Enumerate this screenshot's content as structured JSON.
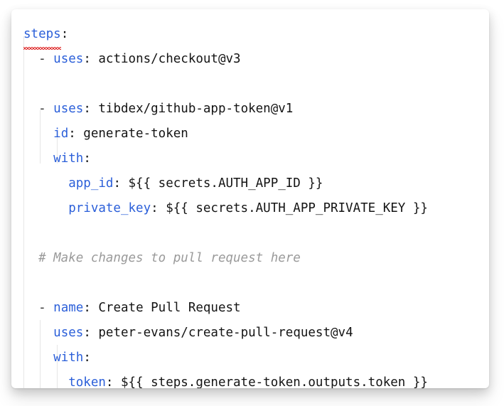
{
  "card": {
    "background": "#ffffff",
    "accent_keyword_color": "#2b5fd9",
    "text_color": "#1c1c1c",
    "comment_color": "#9a9a9a",
    "spellcheck_underline_color": "#e03030",
    "guide_color": "#e6e6e6"
  },
  "code": {
    "language": "yaml",
    "lines": [
      {
        "id": "line-steps",
        "indent": 0,
        "segments": [
          {
            "kind": "key-misspelled",
            "text": "steps"
          },
          {
            "kind": "plain",
            "text": ":"
          }
        ]
      },
      {
        "id": "line-uses-checkout",
        "indent": 1,
        "segments": [
          {
            "kind": "dash",
            "text": "- "
          },
          {
            "kind": "key",
            "text": "uses"
          },
          {
            "kind": "plain",
            "text": ": actions/checkout@v3"
          }
        ]
      },
      {
        "id": "line-blank-1",
        "indent": 0,
        "segments": []
      },
      {
        "id": "line-uses-tibdex",
        "indent": 1,
        "segments": [
          {
            "kind": "dash",
            "text": "- "
          },
          {
            "kind": "key",
            "text": "uses"
          },
          {
            "kind": "plain",
            "text": ": tibdex/github-app-token@v1"
          }
        ]
      },
      {
        "id": "line-id",
        "indent": 2,
        "segments": [
          {
            "kind": "key",
            "text": "id"
          },
          {
            "kind": "plain",
            "text": ": generate-token"
          }
        ]
      },
      {
        "id": "line-with-1",
        "indent": 2,
        "segments": [
          {
            "kind": "key",
            "text": "with"
          },
          {
            "kind": "plain",
            "text": ":"
          }
        ]
      },
      {
        "id": "line-app-id",
        "indent": 3,
        "segments": [
          {
            "kind": "key",
            "text": "app_id"
          },
          {
            "kind": "plain",
            "text": ": ${{ secrets.AUTH_APP_ID }}"
          }
        ]
      },
      {
        "id": "line-private-key",
        "indent": 3,
        "segments": [
          {
            "kind": "key",
            "text": "private_key"
          },
          {
            "kind": "plain",
            "text": ": ${{ secrets.AUTH_APP_PRIVATE_KEY }}"
          }
        ]
      },
      {
        "id": "line-blank-2",
        "indent": 0,
        "segments": []
      },
      {
        "id": "line-comment",
        "indent": 1,
        "segments": [
          {
            "kind": "comment",
            "text": "# Make changes to pull request here"
          }
        ]
      },
      {
        "id": "line-blank-3",
        "indent": 0,
        "segments": []
      },
      {
        "id": "line-name",
        "indent": 1,
        "segments": [
          {
            "kind": "dash",
            "text": "- "
          },
          {
            "kind": "key",
            "text": "name"
          },
          {
            "kind": "plain",
            "text": ": Create Pull Request"
          }
        ]
      },
      {
        "id": "line-uses-peter-evans",
        "indent": 2,
        "segments": [
          {
            "kind": "key",
            "text": "uses"
          },
          {
            "kind": "plain",
            "text": ": peter-evans/create-pull-request@v4"
          }
        ]
      },
      {
        "id": "line-with-2",
        "indent": 2,
        "segments": [
          {
            "kind": "key",
            "text": "with"
          },
          {
            "kind": "plain",
            "text": ":"
          }
        ]
      },
      {
        "id": "line-token",
        "indent": 3,
        "segments": [
          {
            "kind": "key",
            "text": "token"
          },
          {
            "kind": "plain",
            "text": ": ${{ steps.generate-token.outputs.token }}"
          }
        ]
      }
    ]
  }
}
